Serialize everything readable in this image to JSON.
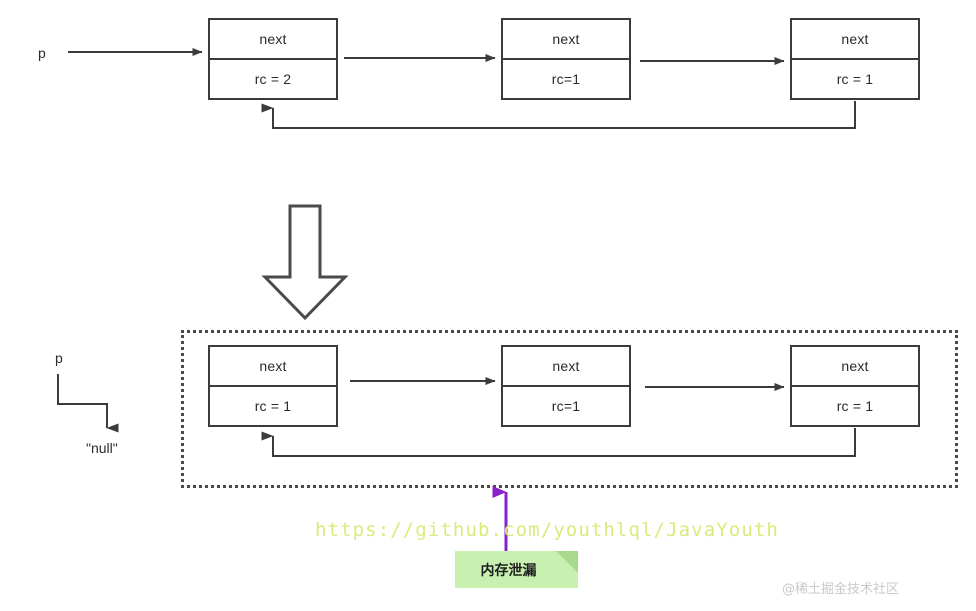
{
  "diagram": {
    "title_colors": {
      "node_border": "#3b3b3b",
      "arrow": "#3b3b3b",
      "dotted_border": "#4a4a4a",
      "url_text": "#d6ed7a",
      "tag_bg": "#c8f0b0",
      "tag_fold": "#a8d98c",
      "purple_arrow": "#8a22c9",
      "watermark": "#c9c9c9"
    },
    "top_row": {
      "pointer_label": "p",
      "nodes": [
        {
          "top_field": "next",
          "bottom_field": "rc = 2"
        },
        {
          "top_field": "next",
          "bottom_field": "rc=1"
        },
        {
          "top_field": "next",
          "bottom_field": "rc = 1"
        }
      ]
    },
    "bottom_row": {
      "pointer_label": "p",
      "null_label": "\"null\"",
      "nodes": [
        {
          "top_field": "next",
          "bottom_field": "rc = 1"
        },
        {
          "top_field": "next",
          "bottom_field": "rc=1"
        },
        {
          "top_field": "next",
          "bottom_field": "rc = 1"
        }
      ]
    },
    "annotations": {
      "url": "https://github.com/youthlql/JavaYouth",
      "leak_tag": "内存泄漏",
      "watermark": "@稀土掘金技术社区"
    }
  }
}
